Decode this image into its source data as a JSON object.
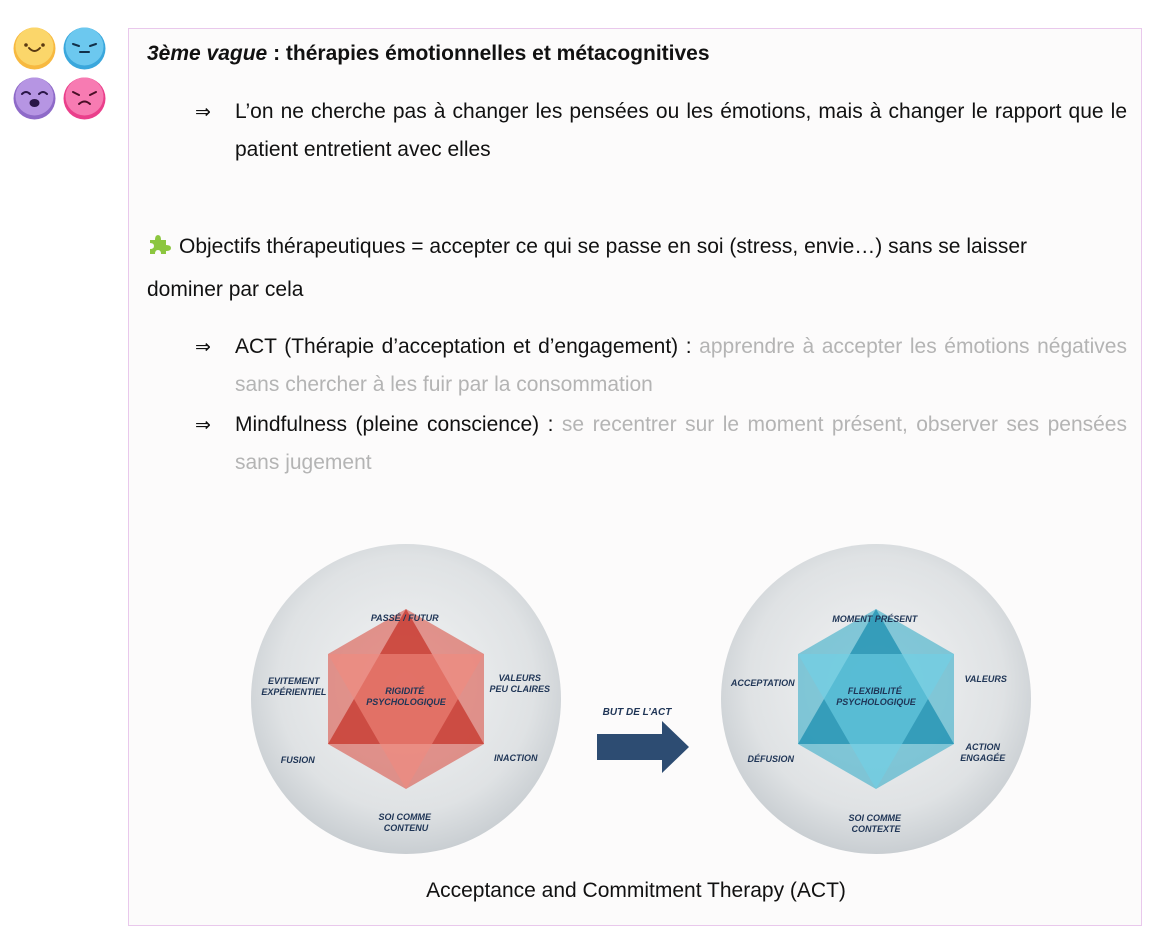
{
  "header": {
    "title_italic": "3ème vague",
    "title_rest": " : thérapies émotionnelles et métacognitives"
  },
  "arrow_symbol": "⇒",
  "intro_point": "L’on ne cherche pas à changer les pensées ou les émotions, mais à changer le rapport que le patient entretient avec elles",
  "objectives": {
    "icon": "puzzle-icon",
    "text": "Objectifs thérapeutiques = accepter ce qui se passe en soi (stress, envie…) sans se laisser dominer par cela"
  },
  "methods": [
    {
      "label": "ACT (Thérapie d’acceptation et d’engagement) : ",
      "detail": "apprendre à accepter les émotions négatives sans chercher à les fuir par la consommation"
    },
    {
      "label": "Mindfulness (pleine conscience) : ",
      "detail": "se recentrer sur le moment présent, observer ses pensées sans jugement"
    }
  ],
  "diagram": {
    "left": {
      "center": [
        "RIGIDITÉ",
        "PSYCHOLOGIQUE"
      ],
      "top": "PASSÉ / FUTUR",
      "top_left": [
        "EVITEMENT",
        "EXPÉRIENTIEL"
      ],
      "top_right": [
        "VALEURS",
        "PEU CLAIRES"
      ],
      "bottom_left": "FUSION",
      "bottom_right": "INACTION",
      "bottom": [
        "SOI COMME",
        "CONTENU"
      ],
      "color": "#d9473a"
    },
    "arrow_label": "BUT DE L’ACT",
    "right": {
      "center": [
        "FLEXIBILITÉ",
        "PSYCHOLOGIQUE"
      ],
      "top": "MOMENT PRÉSENT",
      "top_left": "ACCEPTATION",
      "top_right": "VALEURS",
      "bottom_left": "DÉFUSION",
      "bottom_right": [
        "ACTION",
        "ENGAGÉE"
      ],
      "bottom": [
        "SOI COMME",
        "CONTEXTE"
      ],
      "color": "#2aa7c4"
    },
    "caption": "Acceptance and Commitment Therapy (ACT)"
  },
  "colors": {
    "border": "#e9c8ec",
    "muted_text": "#b4b4b4",
    "label_text": "#1f3556",
    "arrow": "#2d4c72"
  },
  "emojis": [
    "smiling-face-icon",
    "sleepy-face-icon",
    "sad-face-icon",
    "angry-face-icon"
  ]
}
